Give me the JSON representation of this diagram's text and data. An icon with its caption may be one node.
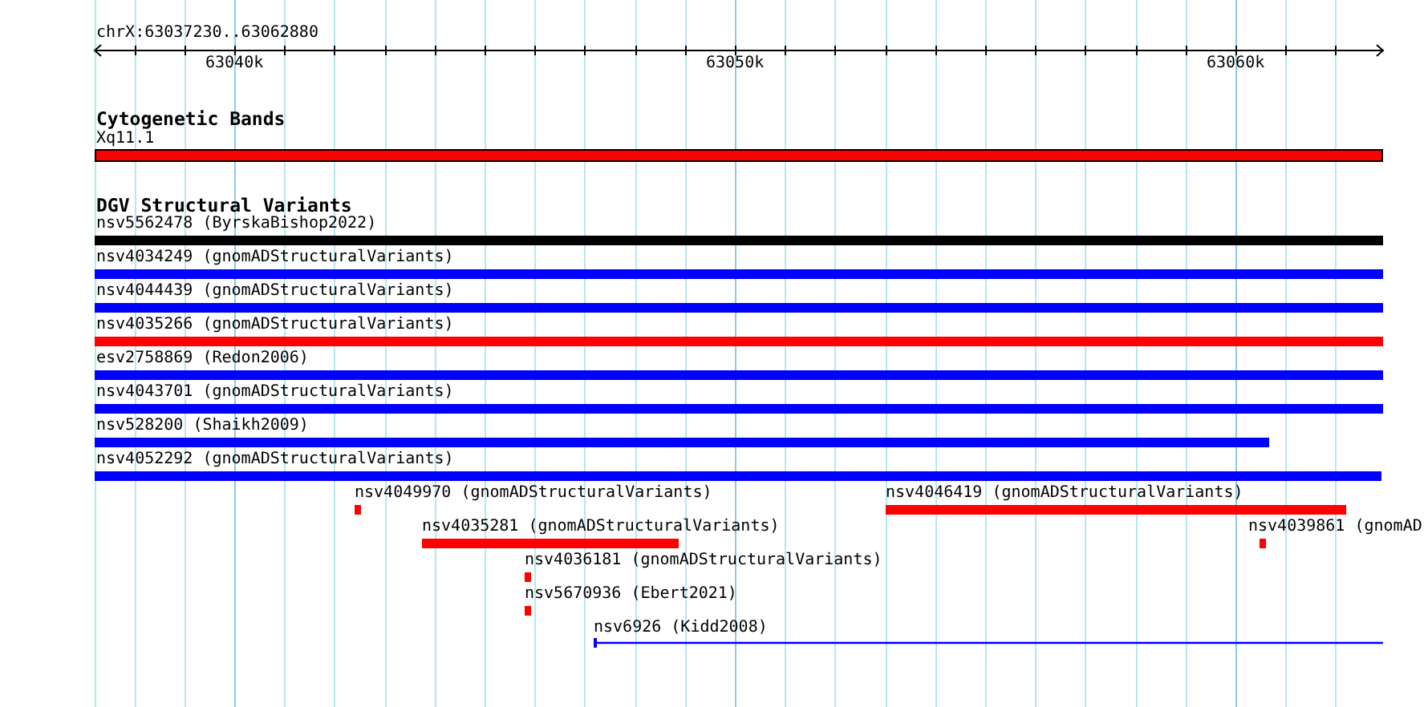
{
  "diagram": {
    "labels": [
      "chrX:63037230..63062880",
      "63040k",
      "63050k",
      "63060k",
      "Cytogenetic Bands",
      "DGV Structural Variants"
    ],
    "nodes": [
      {
        "text": [
          "Xq11.1"
        ]
      },
      {
        "text": [
          "nsv5562478 (ByrskaBishop2022)"
        ]
      },
      {
        "text": [
          "nsv4034249 (gnomADStructuralVariants)"
        ]
      },
      {
        "text": [
          "nsv4044439 (gnomADStructuralVariants)"
        ]
      },
      {
        "text": [
          "nsv4035266 (gnomADStructuralVariants)"
        ]
      },
      {
        "text": [
          "esv2758869 (Redon2006)"
        ]
      },
      {
        "text": [
          "nsv4043701 (gnomADStructuralVariants)"
        ]
      },
      {
        "text": [
          "nsv528200 (Shaikh2009)"
        ]
      },
      {
        "text": [
          "nsv4052292 (gnomADStructuralVariants)"
        ]
      },
      {
        "text": [
          "nsv4049970 (gnomADStructuralVariants)"
        ]
      },
      {
        "text": [
          "nsv4046419 (gnomADStructuralVariants)"
        ]
      },
      {
        "text": [
          "nsv4035281 (gnomADStructuralVariants)"
        ]
      },
      {
        "text": [
          "nsv4039861 (gnomAD"
        ]
      },
      {
        "text": [
          "nsv4036181 (gnomADStructuralVariants)"
        ]
      },
      {
        "text": [
          "nsv5670936 (Ebert2021)"
        ]
      },
      {
        "text": [
          "nsv6926 (Kidd2008)"
        ]
      }
    ]
  }
}
